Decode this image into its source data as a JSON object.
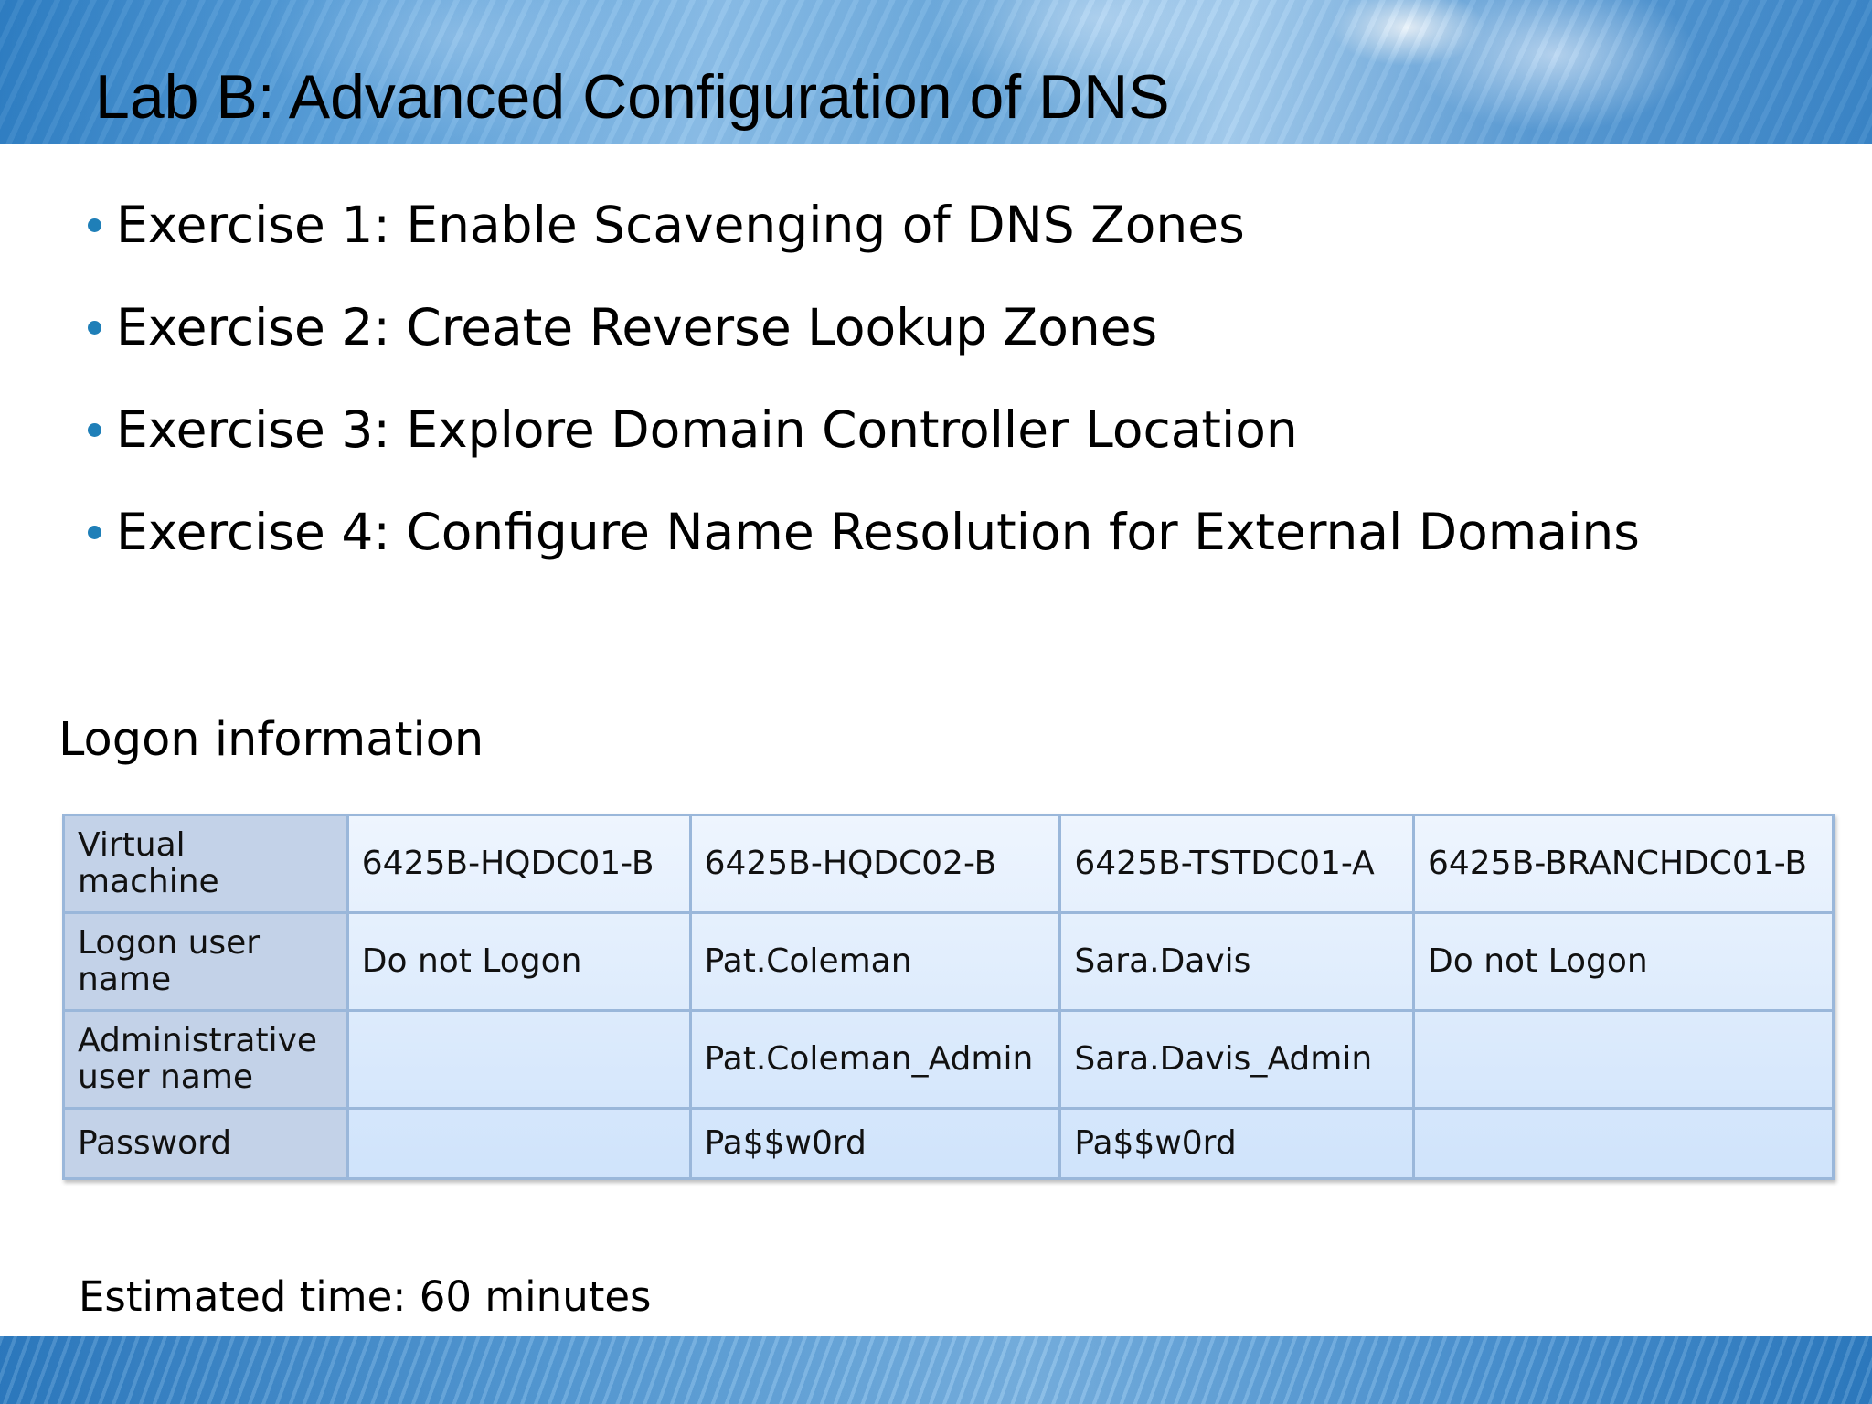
{
  "slide": {
    "title": "Lab B: Advanced Configuration of DNS",
    "exercises": [
      "Exercise 1: Enable Scavenging of DNS Zones",
      "Exercise 2: Create Reverse Lookup Zones",
      "Exercise 3: Explore Domain Controller Location",
      "Exercise 4: Configure Name Resolution for External Domains"
    ],
    "logon_label": "Logon information",
    "table": {
      "row_headers": [
        "Virtual machine",
        "Logon user name",
        "Administrative user name",
        "Password"
      ],
      "rows": [
        [
          "6425B-HQDC01-B",
          "6425B-HQDC02-B",
          "6425B-TSTDC01-A",
          "6425B-BRANCHDC01-B"
        ],
        [
          "Do not Logon",
          "Pat.Coleman",
          "Sara.Davis",
          "Do not Logon"
        ],
        [
          "",
          "Pat.Coleman_Admin",
          "Sara.Davis_Admin",
          ""
        ],
        [
          "",
          "Pa$$w0rd",
          "Pa$$w0rd",
          ""
        ]
      ]
    },
    "estimated_time": "Estimated time: 60 minutes",
    "colors": {
      "bullet": "#1f7fb8",
      "table_header_bg": "#c3d2e8",
      "table_border": "#9ab7da",
      "band_blue": "#4d95d3"
    }
  }
}
